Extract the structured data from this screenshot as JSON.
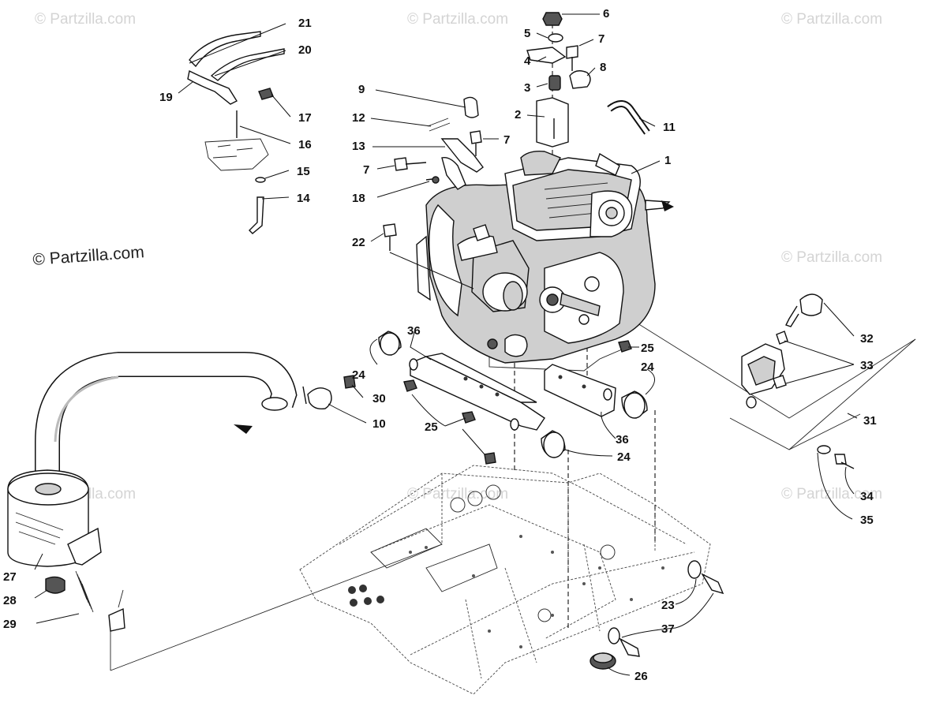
{
  "watermarks": {
    "small": "© Partzilla.com",
    "large": "© Partzilla.com"
  },
  "callouts": [
    "1",
    "2",
    "3",
    "4",
    "5",
    "6",
    "7",
    "8",
    "9",
    "10",
    "11",
    "12",
    "13",
    "14",
    "15",
    "16",
    "17",
    "18",
    "19",
    "20",
    "21",
    "22",
    "23",
    "24",
    "25",
    "26",
    "27",
    "28",
    "29",
    "30",
    "31",
    "32",
    "33",
    "34",
    "35",
    "36",
    "37"
  ]
}
